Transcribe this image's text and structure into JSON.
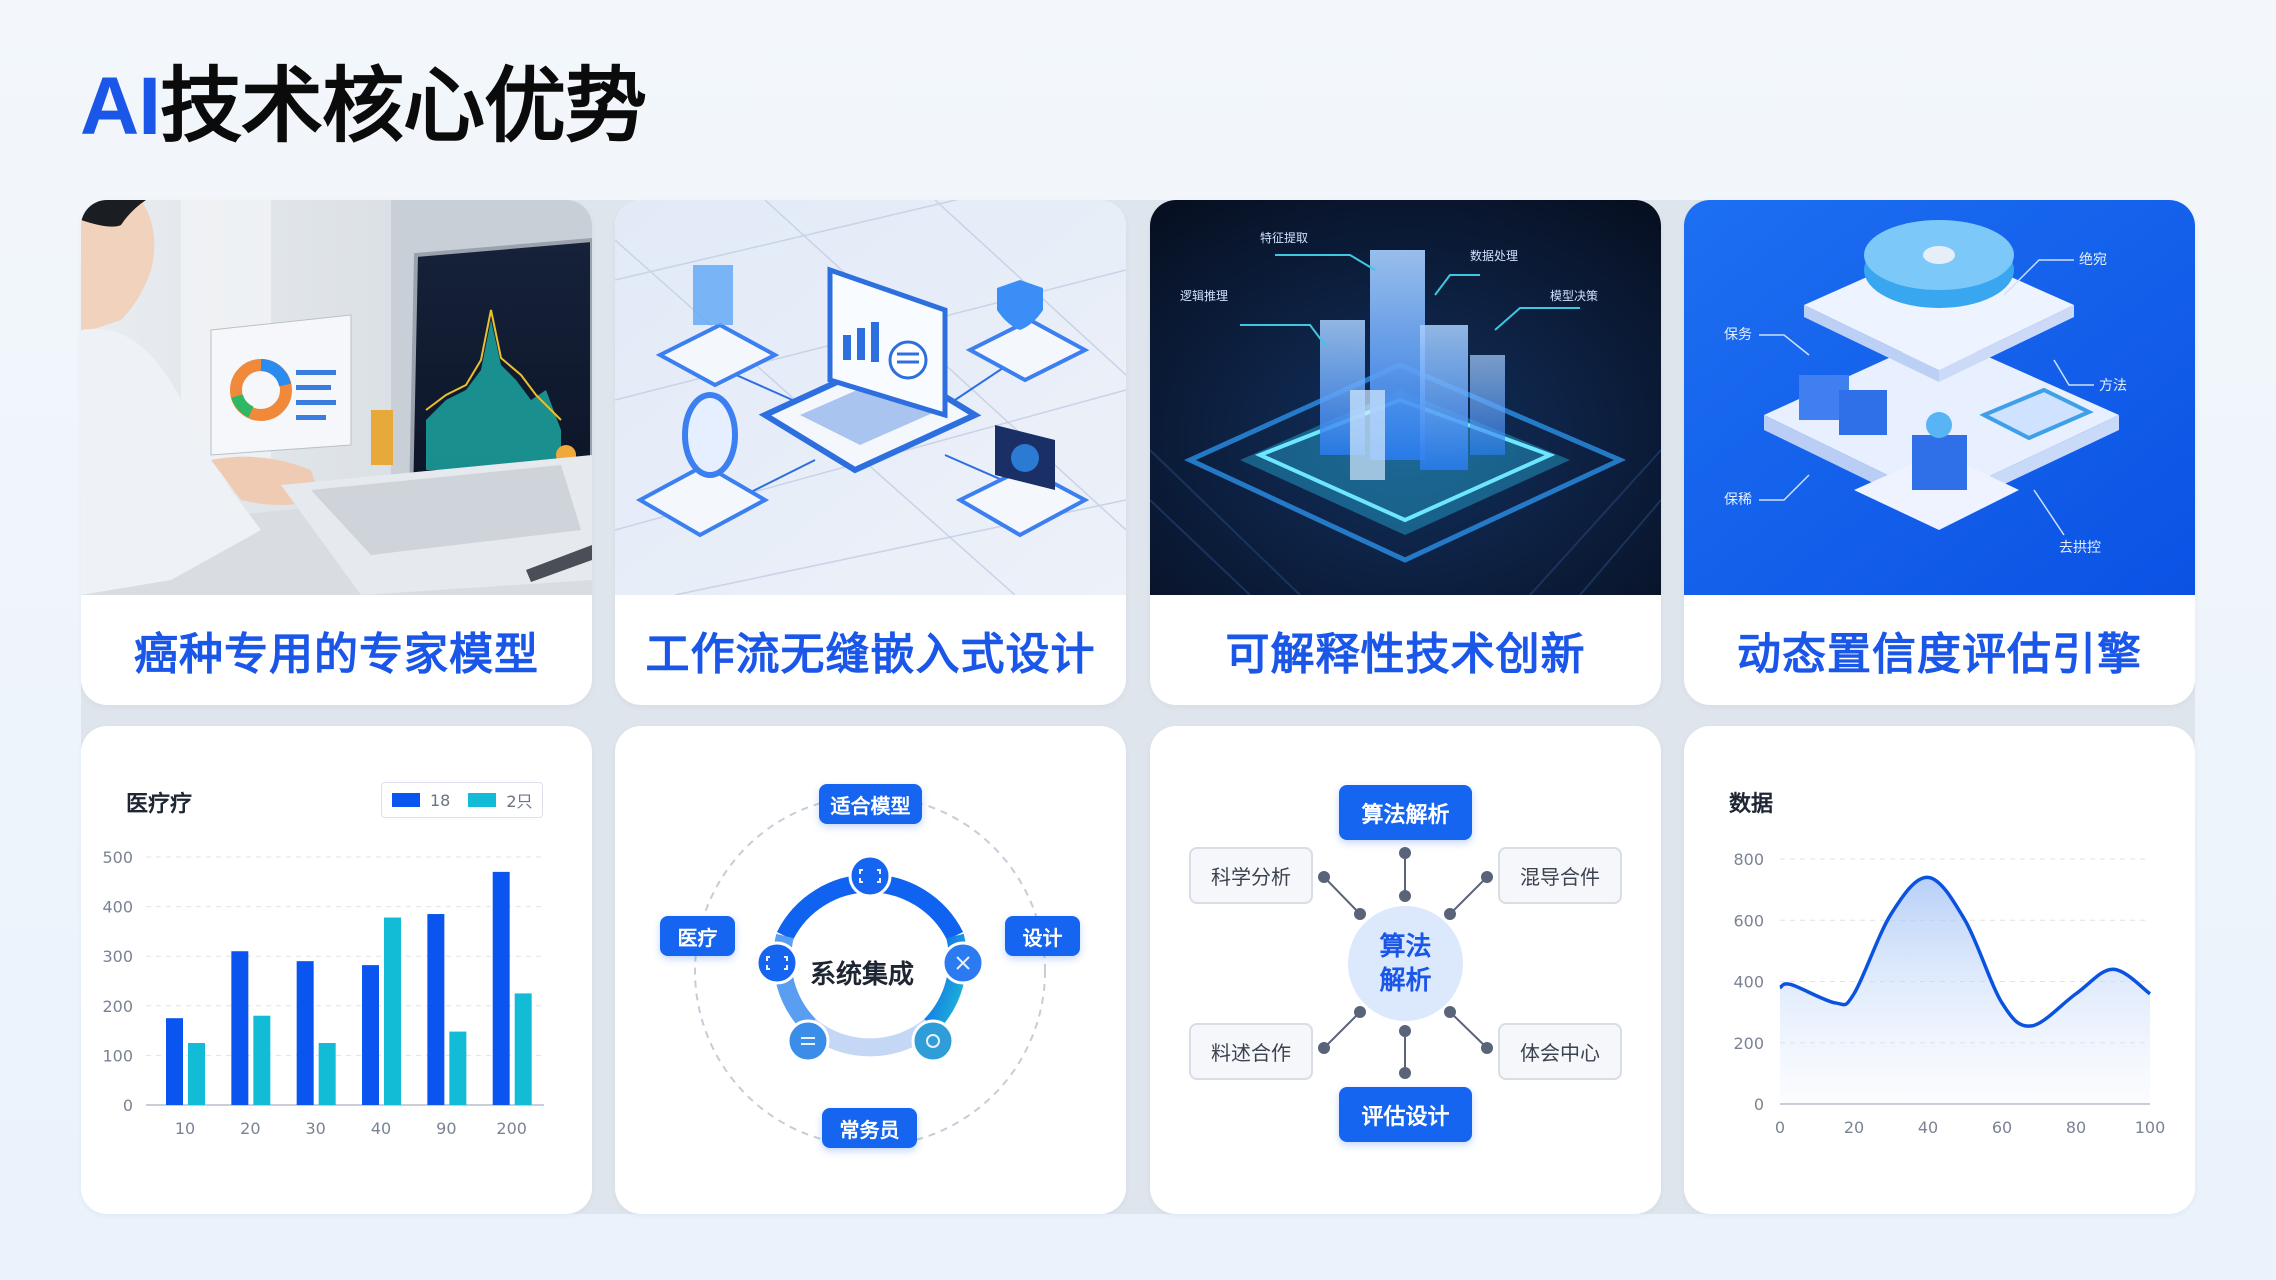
{
  "page": {
    "title_prefix": "AI",
    "title_rest": "技术核心优势"
  },
  "colors": {
    "accent": "#1a57e8",
    "accent_bright": "#1565f0",
    "teal": "#12bcd6",
    "panel_bg": "#dfe5ec",
    "page_bg": "#eef4fb"
  },
  "top_cards": [
    {
      "label": "癌种专用的专家模型",
      "illustration": "doctor-laptop-dashboard"
    },
    {
      "label": "工作流无缝嵌入式设计",
      "illustration": "isometric-computer-network"
    },
    {
      "label": "可解释性技术创新",
      "illustration": "glowing-data-towers",
      "annotations": [
        "逻辑推理",
        "特征提取",
        "数据处理",
        "模型决策"
      ]
    },
    {
      "label": "动态置信度评估引擎",
      "illustration": "isometric-layered-platform",
      "annotations": [
        "绝宛",
        "保务",
        "方法",
        "保稀",
        "去拱控"
      ]
    }
  ],
  "bar_chart_card": {
    "title": "医疗疗",
    "legend": [
      {
        "label": "18",
        "color": "#0a55ef"
      },
      {
        "label": "2只",
        "color": "#12bcd6"
      }
    ]
  },
  "integration_card": {
    "center": "系统集成",
    "nodes": [
      "适合模型",
      "设计",
      "常务员",
      "医疗"
    ]
  },
  "mindmap_card": {
    "top": "算法解析",
    "bottom": "评估设计",
    "hub_line1": "算法",
    "hub_line2": "解析",
    "left_top": "科学分析",
    "left_bottom": "料述合作",
    "right_top": "混导合件",
    "right_bottom": "体会中心"
  },
  "line_chart_card": {
    "title": "数据"
  },
  "chart_data": [
    {
      "type": "bar",
      "title": "医疗疗",
      "categories": [
        "10",
        "20",
        "30",
        "40",
        "90",
        "200"
      ],
      "series": [
        {
          "name": "18",
          "values": [
            175,
            310,
            290,
            282,
            385,
            470
          ]
        },
        {
          "name": "2只",
          "values": [
            125,
            180,
            125,
            378,
            148,
            225
          ]
        }
      ],
      "xlabel": "",
      "ylabel": "",
      "ylim": [
        0,
        500
      ],
      "yticks": [
        0,
        100,
        200,
        300,
        400,
        500
      ],
      "grid": true,
      "legend_position": "top-right"
    },
    {
      "type": "area",
      "title": "数据",
      "x": [
        0,
        3,
        15,
        20,
        30,
        40,
        50,
        60,
        68,
        80,
        90,
        100
      ],
      "values": [
        380,
        390,
        330,
        360,
        620,
        740,
        600,
        330,
        255,
        360,
        440,
        360
      ],
      "xticks": [
        0,
        20,
        40,
        60,
        80,
        100
      ],
      "yticks": [
        0,
        200,
        400,
        600,
        800
      ],
      "xlim": [
        0,
        100
      ],
      "ylim": [
        0,
        800
      ],
      "grid": true
    }
  ]
}
